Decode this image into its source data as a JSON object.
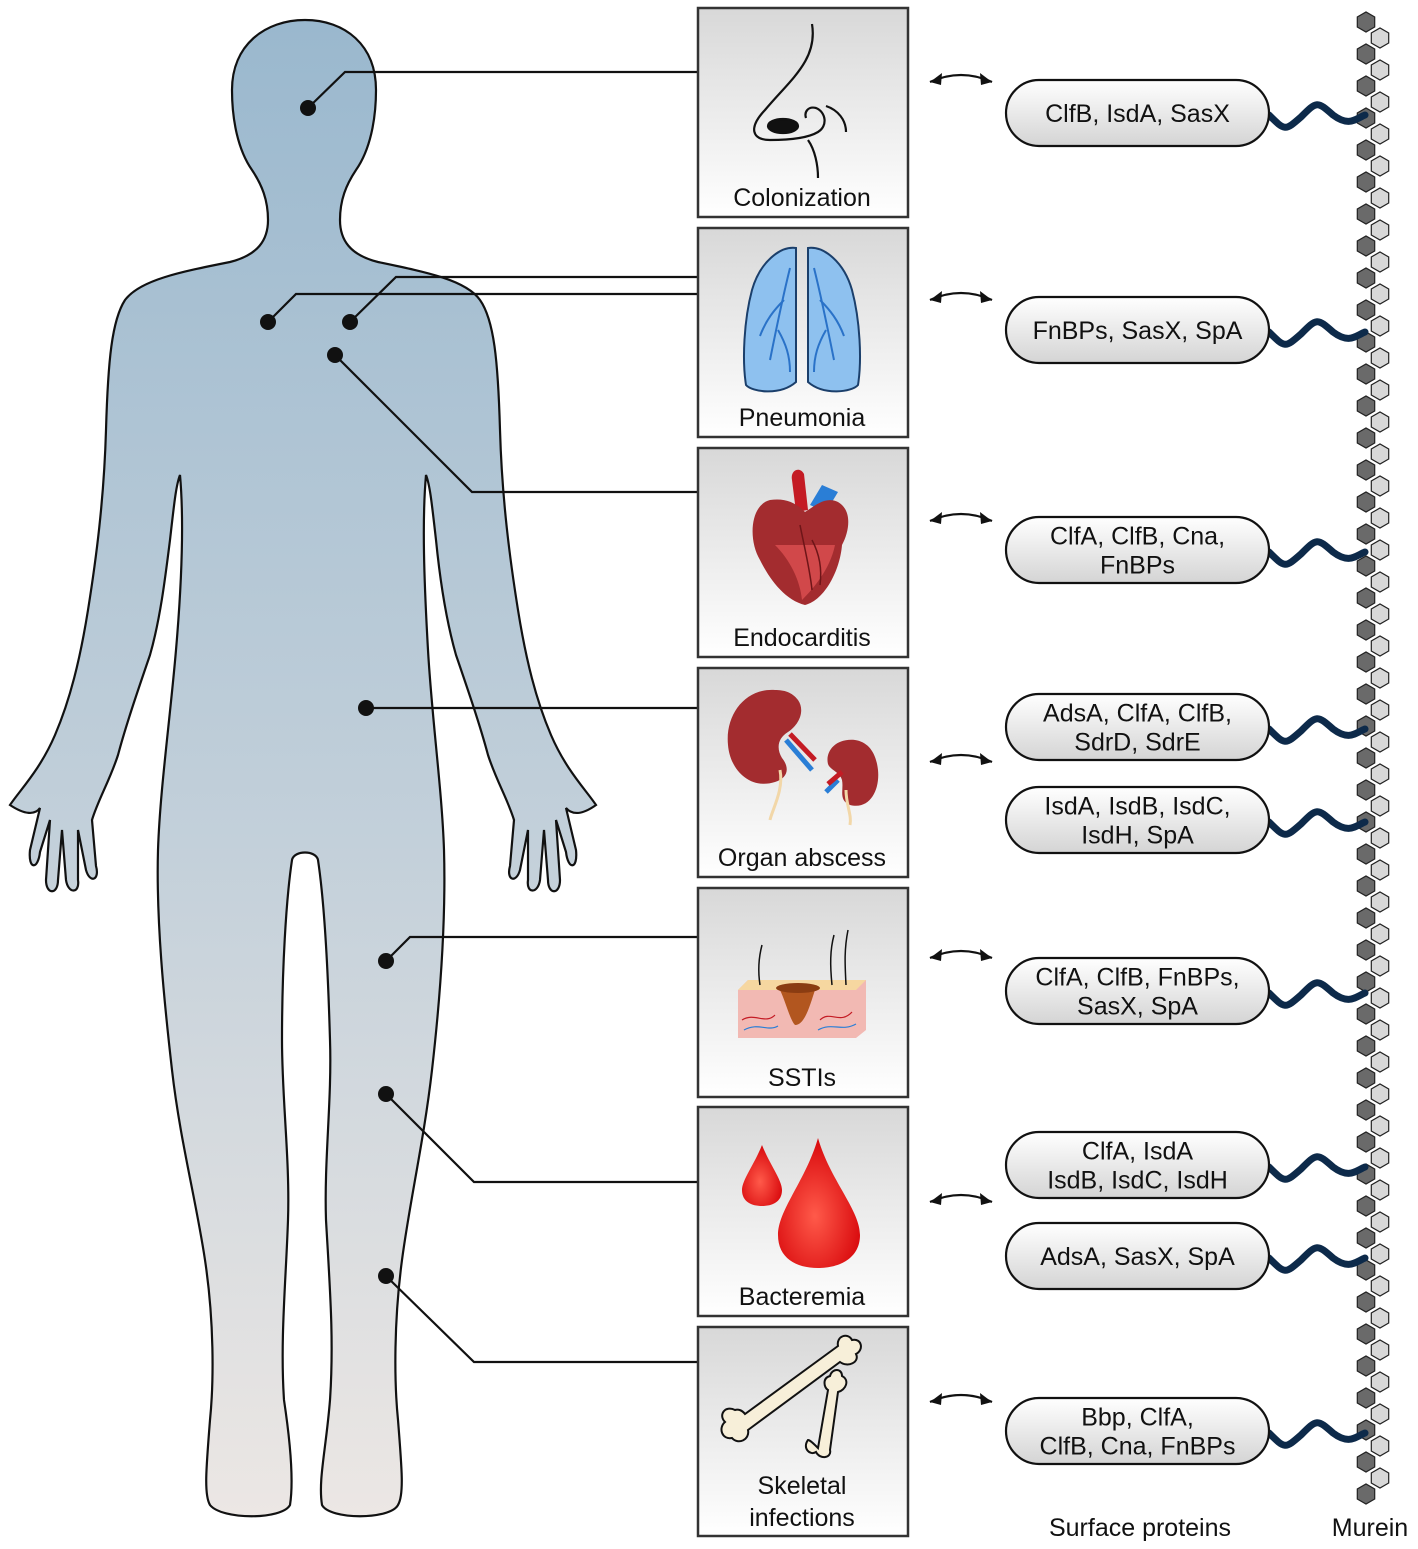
{
  "colors": {
    "body_top": "#9ab8ce",
    "body_bottom": "#ece7e4",
    "panel_top": "#d8d8d8",
    "panel_bottom": "#ffffff",
    "anchor": "#0d2a4a",
    "lung": "#8ec1ef",
    "heart": "#a32c2f",
    "blood": "#e8171c",
    "bone": "#f7efd9"
  },
  "panels": [
    {
      "id": "colonization",
      "label_lines": [
        "Colonization"
      ],
      "icon": "nose-icon"
    },
    {
      "id": "pneumonia",
      "label_lines": [
        "Pneumonia"
      ],
      "icon": "lungs-icon"
    },
    {
      "id": "endocarditis",
      "label_lines": [
        "Endocarditis"
      ],
      "icon": "heart-icon"
    },
    {
      "id": "organ-abscess",
      "label_lines": [
        "Organ abscess"
      ],
      "icon": "kidneys-icon"
    },
    {
      "id": "sstis",
      "label_lines": [
        "SSTIs"
      ],
      "icon": "skin-icon"
    },
    {
      "id": "bacteremia",
      "label_lines": [
        "Bacteremia"
      ],
      "icon": "blood-drops-icon"
    },
    {
      "id": "skeletal-infections",
      "label_lines": [
        "Skeletal",
        "infections"
      ],
      "icon": "bones-icon"
    }
  ],
  "protein_groups": [
    {
      "lines": [
        "ClfB, IsdA, SasX"
      ]
    },
    {
      "lines": [
        "FnBPs, SasX, SpA"
      ]
    },
    {
      "lines": [
        "ClfA, ClfB, Cna,",
        "FnBPs"
      ]
    },
    {
      "lines": [
        "AdsA, ClfA, ClfB,",
        "SdrD, SdrE"
      ]
    },
    {
      "lines": [
        "IsdA, IsdB, IsdC,",
        "IsdH, SpA"
      ]
    },
    {
      "lines": [
        "ClfA, ClfB, FnBPs,",
        "SasX, SpA"
      ]
    },
    {
      "lines": [
        "ClfA, IsdA",
        "IsdB, IsdC, IsdH"
      ]
    },
    {
      "lines": [
        "AdsA, SasX, SpA"
      ]
    },
    {
      "lines": [
        "Bbp, ClfA,",
        "ClfB, Cna, FnBPs"
      ]
    }
  ],
  "footer": {
    "surface_proteins": "Surface proteins",
    "murein": "Murein"
  }
}
